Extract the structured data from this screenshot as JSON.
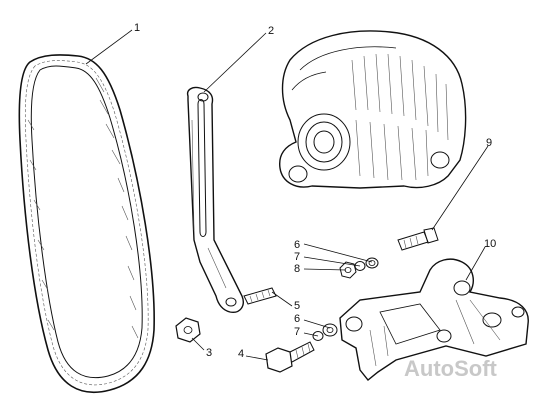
{
  "diagram": {
    "callouts": [
      "1",
      "2",
      "3",
      "4",
      "5",
      "6",
      "7",
      "8",
      "9",
      "10"
    ],
    "callouts_upper_stack": [
      "6",
      "7",
      "8"
    ],
    "callouts_lower_stack": [
      "5",
      "6",
      "7"
    ],
    "watermark": "AutoSoft"
  },
  "colors": {
    "line": "#111111",
    "background": "#ffffff",
    "watermark": "#c8c8c8"
  }
}
